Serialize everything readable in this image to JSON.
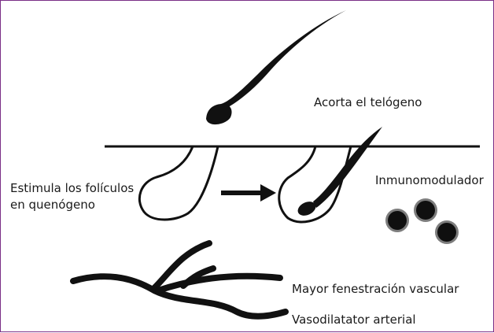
{
  "labels": {
    "telogeno": "Acorta el telógeno",
    "estimula_line1": "Estimula los folículos",
    "estimula_line2": "en quenógeno",
    "inmunomodulador": "Inmunomodulador",
    "fenestracion": "Mayor fenestración vascular",
    "vasodilatador": "Vasodilatator arterial"
  },
  "icons": {
    "arrow": "right-arrow-icon",
    "shed_hair": "hair-strand-icon",
    "cells": "immune-cells-icon",
    "vessels": "blood-vessel-icon"
  },
  "colors": {
    "frame": "#7a2f87",
    "ink": "#111111"
  }
}
